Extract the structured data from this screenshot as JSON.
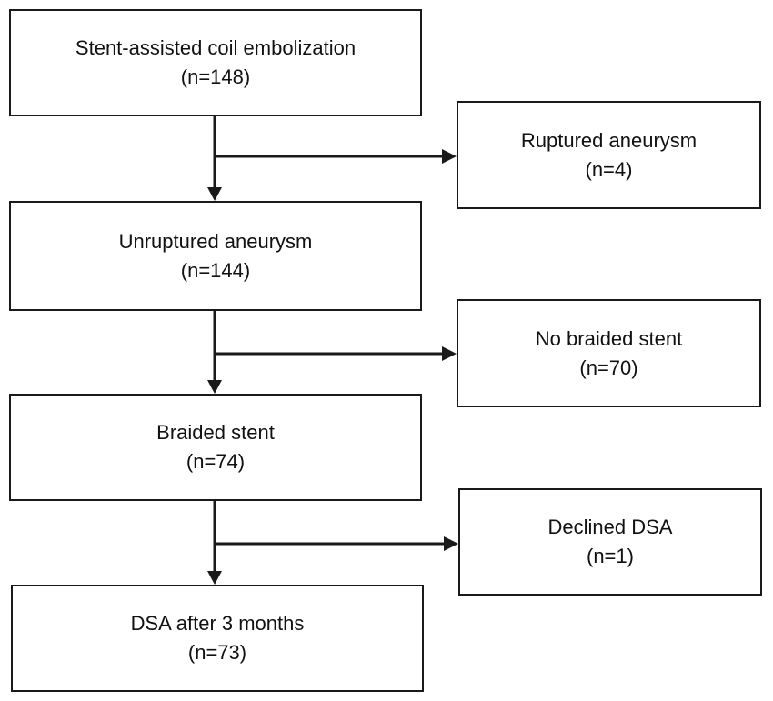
{
  "flow": {
    "step1": {
      "label": "Stent-assisted coil embolization",
      "count": "(n=148)"
    },
    "step2": {
      "label": "Unruptured aneurysm",
      "count": "(n=144)"
    },
    "step3": {
      "label": "Braided stent",
      "count": "(n=74)"
    },
    "step4": {
      "label": "DSA after 3 months",
      "count": "(n=73)"
    }
  },
  "excluded": {
    "ex1": {
      "label": "Ruptured aneurysm",
      "count": "(n=4)"
    },
    "ex2": {
      "label": "No braided stent",
      "count": "(n=70)"
    },
    "ex3": {
      "label": "Declined DSA",
      "count": "(n=1)"
    }
  }
}
